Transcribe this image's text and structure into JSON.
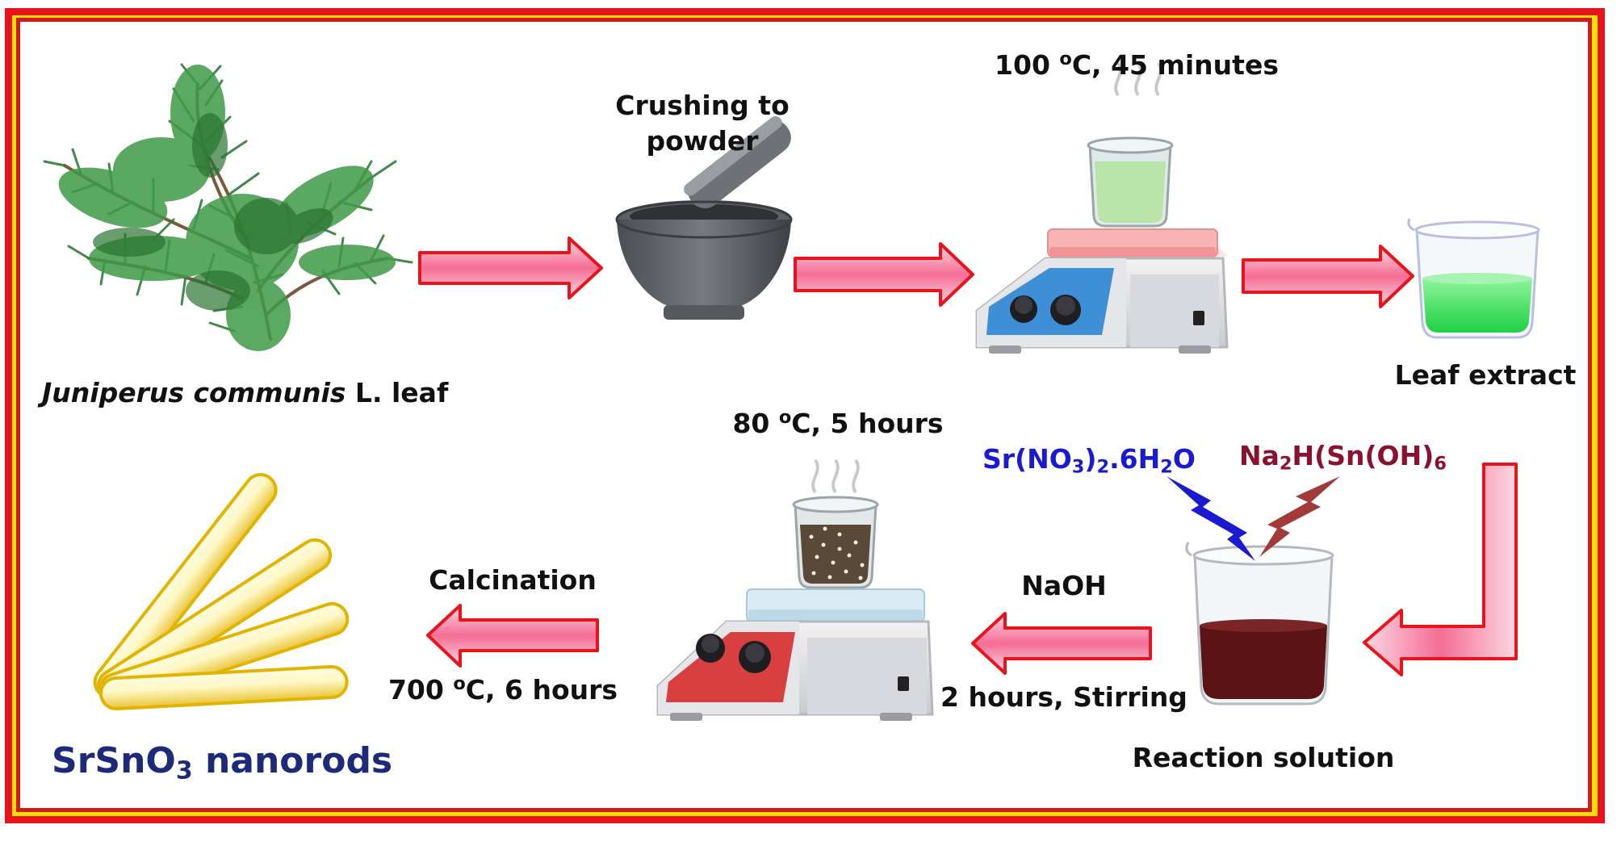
{
  "labels": {
    "leaf_species": "Juniperus communis",
    "leaf_suffix": " L. leaf",
    "crushing_line1": "Crushing to",
    "crushing_line2": "powder",
    "heat_condition_1_temp": "100 ",
    "heat_condition_1_unit": "C, 45 minutes",
    "leaf_extract": "Leaf extract",
    "heat_condition_2_temp": "80 ",
    "heat_condition_2_unit": "C, 5 hours",
    "calcination": "Calcination",
    "calcination_condition_temp": "700 ",
    "calcination_condition_unit": "C, 6 hours",
    "naoh": "NaOH",
    "stirring": "2 hours, Stirring",
    "reaction_solution": "Reaction solution",
    "degree_symbol": "o",
    "sr_reagent": {
      "a": "Sr(NO",
      "b": "3",
      "c": ")",
      "d": "2",
      "e": ".6H",
      "f": "2",
      "g": "O"
    },
    "na_reagent": {
      "a": "Na",
      "b": "2",
      "c": "H(Sn(OH)",
      "d": "6"
    },
    "product": {
      "a": "SrSnO",
      "b": "3",
      "c": " nanorods"
    }
  },
  "colors": {
    "frame_outer": "#e8141c",
    "frame_mid": "#f6e000",
    "arrow_fill_light": "#fde6ee",
    "arrow_fill_dark": "#f37da0",
    "arrow_stroke": "#e8141c",
    "reagent_blue": "#1a1ad1",
    "reagent_red": "#8a1230",
    "product_blue": "#1c2a78",
    "leaf_extract_green": "#39e05a",
    "reaction_solution_brown": "#5a1414"
  },
  "icons": [
    "juniper-branch-icon",
    "mortar-pestle-icon",
    "hotplate-stirrer-blue-icon",
    "beaker-green-icon",
    "hotplate-stirrer-red-icon",
    "beaker-brown-icon",
    "lightning-arrow-icon",
    "nanorods-icon"
  ]
}
